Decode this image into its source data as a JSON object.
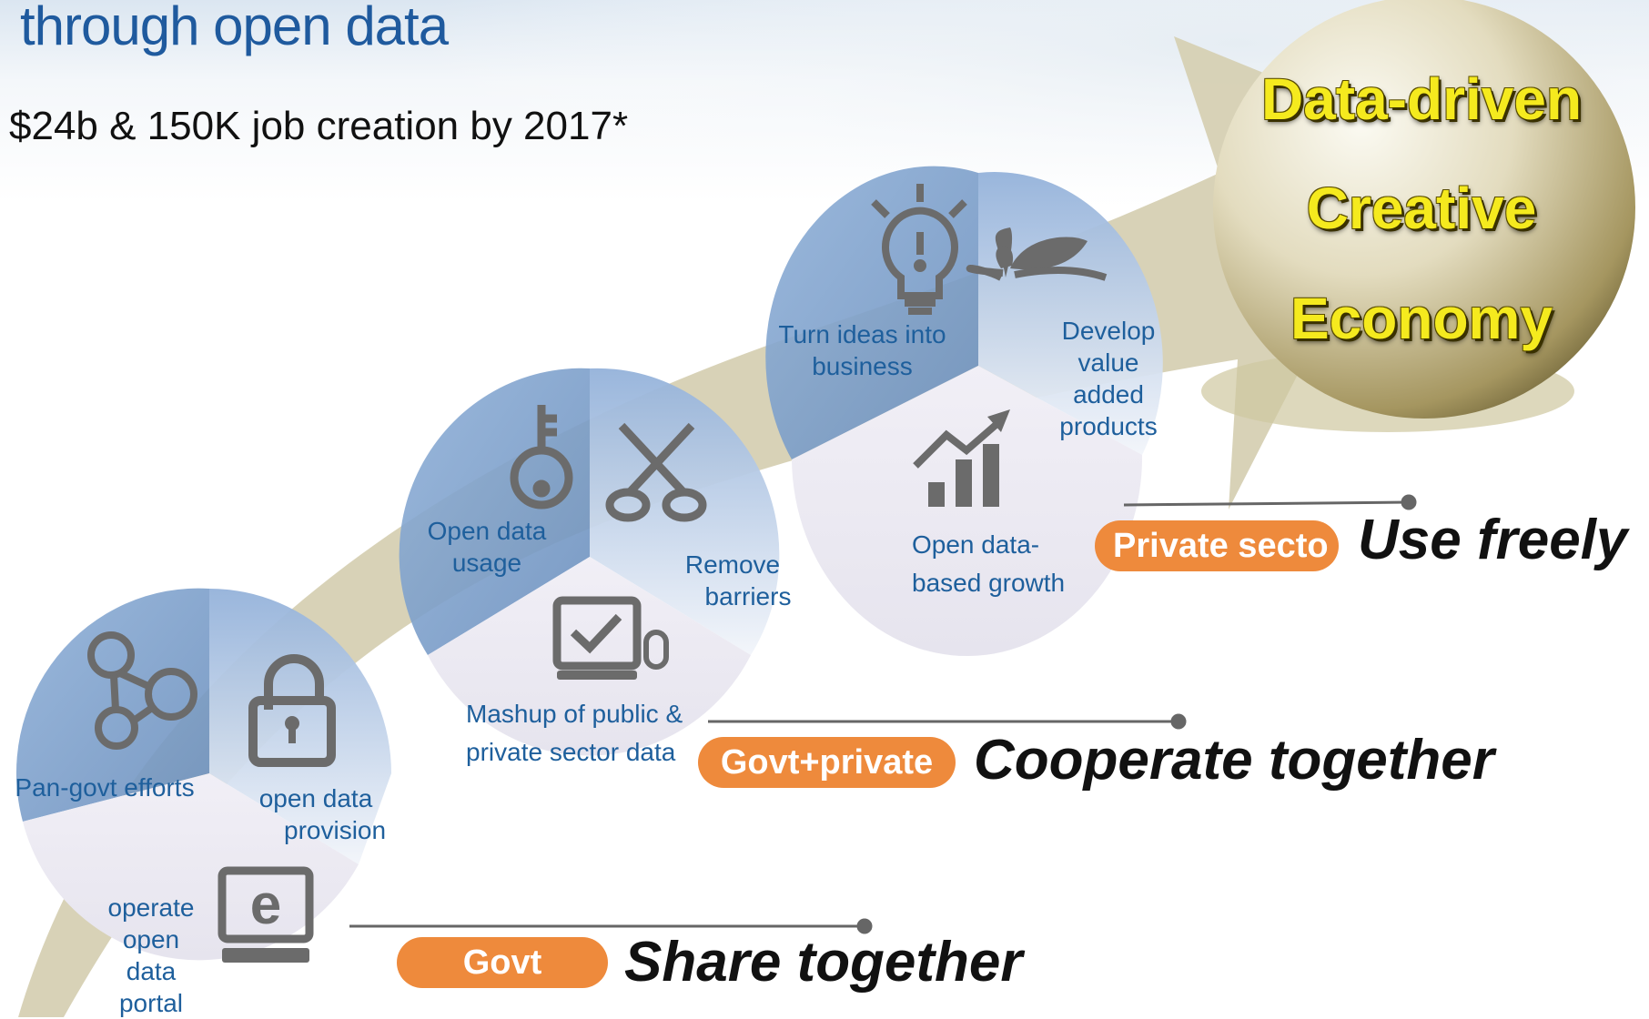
{
  "header": {
    "title": "through open data",
    "subtitle": "$24b & 150K job creation by 2017*"
  },
  "goal": {
    "line1": "Data-driven",
    "line2": "Creative",
    "line3": "Economy"
  },
  "stage1": {
    "seg_left": "Pan-govt efforts",
    "seg_right_1": "open data",
    "seg_right_2": "provision",
    "seg_bottom_1": "operate",
    "seg_bottom_2": "open",
    "seg_bottom_3": "data",
    "seg_bottom_4": "portal",
    "pill": "Govt",
    "motto": "Share together"
  },
  "stage2": {
    "seg_left_1": "Open data",
    "seg_left_2": "usage",
    "seg_right_1": "Remove",
    "seg_right_2": "barriers",
    "seg_bottom_1": "Mashup of public &",
    "seg_bottom_2": "private sector data",
    "pill": "Govt+private",
    "motto": "Cooperate together"
  },
  "stage3": {
    "seg_left_1": "Turn ideas into",
    "seg_left_2": "business",
    "seg_right_1": "Develop",
    "seg_right_2": "value",
    "seg_right_3": "added",
    "seg_right_4": "products",
    "seg_bottom_1": "Open data-",
    "seg_bottom_2": "based growth",
    "pill": "Private secto",
    "motto": "Use freely"
  },
  "colors": {
    "title": "#1f5a9e",
    "label": "#1e5f9c",
    "pill": "#ee8a3c",
    "arrow": "#d6d0b3",
    "economy_text": "#f5ea1e",
    "icon": "#6b6b6b"
  },
  "icons": [
    "network-icon",
    "padlock-icon",
    "e-portal-icon",
    "key-icon",
    "scissors-icon",
    "monitor-check-icon",
    "lightbulb-icon",
    "sprout-icon",
    "growth-chart-icon"
  ]
}
